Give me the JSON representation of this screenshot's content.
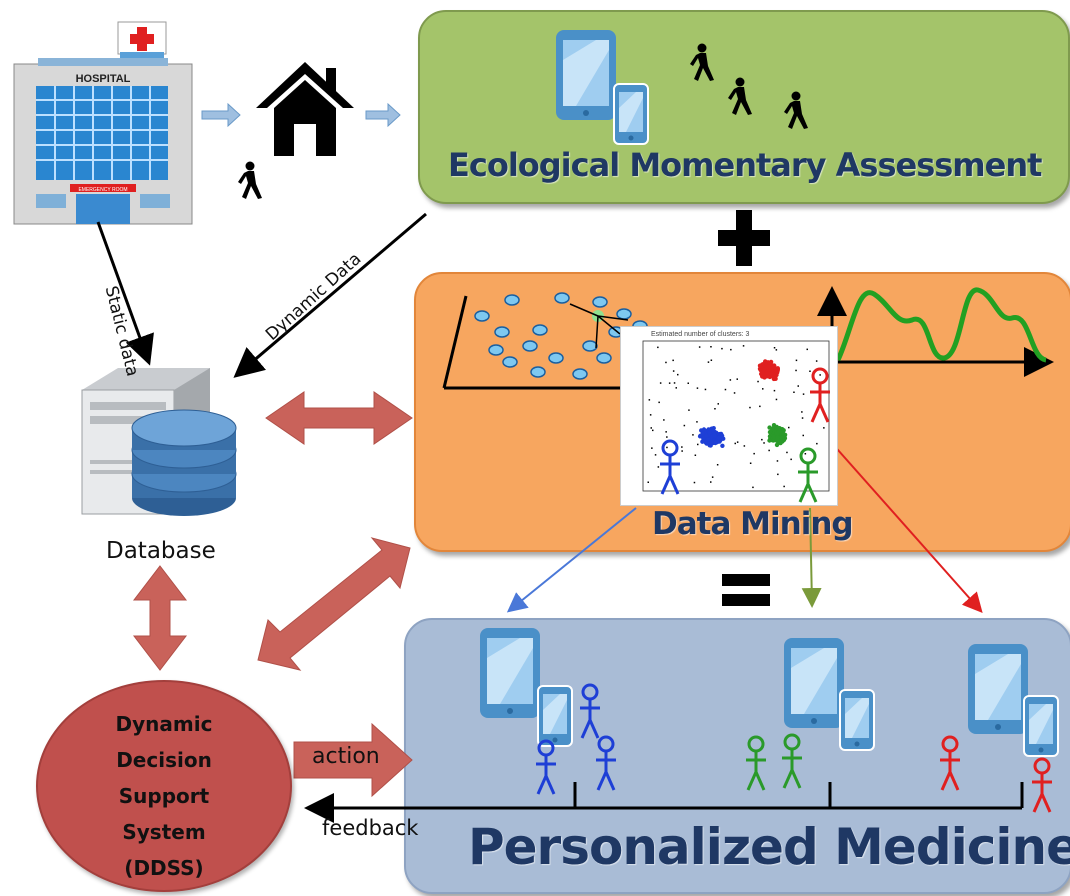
{
  "hospital": {
    "sign": "HOSPITAL",
    "emergency": "EMERGENCY ROOM"
  },
  "flow_labels": {
    "static": "Static data",
    "dynamic": "Dynamic Data",
    "database": "Database",
    "action": "action",
    "feedback": "feedback"
  },
  "panels": {
    "ema": "Ecological Momentary Assessment",
    "data_mining": "Data Mining",
    "personalized": "Personalized Medicine"
  },
  "ddss": "Dynamic\nDecision\nSupport\nSystem\n(DDSS)",
  "scatter": {
    "title": "Estimated number of clusters: 3"
  },
  "colors": {
    "ema_panel": "#a4c46a",
    "data_mining_panel": "#f7a65f",
    "personalized_panel": "#a9bcd6",
    "ddss": "#c0504d",
    "arrows_double": "#c9625a",
    "device": "#4a90c8",
    "cluster_red": "#e02020",
    "cluster_green": "#2a9a2a",
    "cluster_blue": "#1e3fd6"
  }
}
